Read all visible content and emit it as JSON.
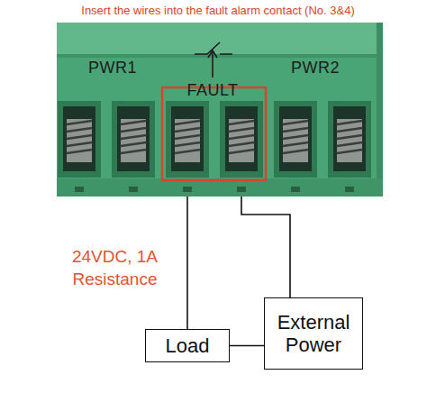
{
  "diagram": {
    "title": "Insert the wires into the fault alarm contact (No. 3&4)",
    "nodes": [
      {
        "text": [
          "PWR1",
          "FAULT",
          "PWR2"
        ]
      },
      {
        "text": [
          "Load"
        ]
      },
      {
        "text": [
          "External Power"
        ]
      }
    ],
    "edges": [
      {
        "from": 0,
        "to": 1,
        "arrow": "none"
      },
      {
        "from": 0,
        "to": 2,
        "arrow": "none"
      },
      {
        "from": 1,
        "to": 2,
        "arrow": "none"
      }
    ],
    "labels": [
      "24VDC, 1A Resistance"
    ]
  }
}
